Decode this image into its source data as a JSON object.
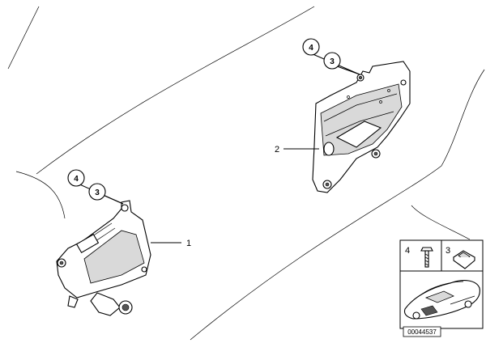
{
  "callouts": {
    "part1": "1",
    "part2": "2",
    "bubble_upper_4": "4",
    "bubble_upper_3": "3",
    "bubble_lower_4": "4",
    "bubble_lower_3": "3"
  },
  "inset": {
    "label_bolt": "4",
    "label_nut": "3"
  },
  "diagram_id": "00044537"
}
